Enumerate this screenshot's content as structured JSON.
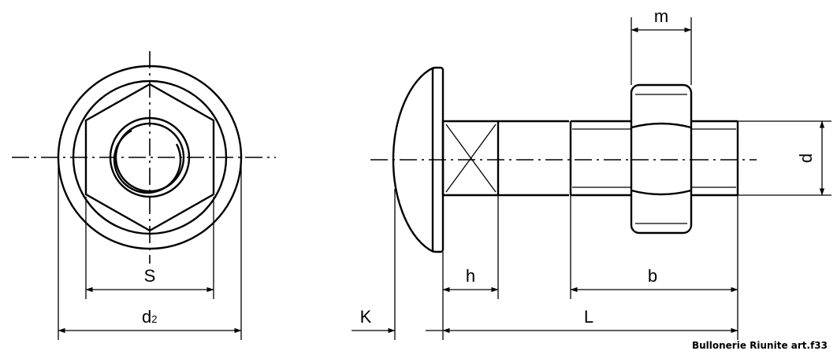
{
  "labels": {
    "S": "S",
    "d2_main": "d",
    "d2_sub": "2",
    "h": "h",
    "b": "b",
    "m": "m",
    "d": "d",
    "K": "K",
    "L": "L"
  },
  "credit": "Bullonerie Riunite art.f33"
}
